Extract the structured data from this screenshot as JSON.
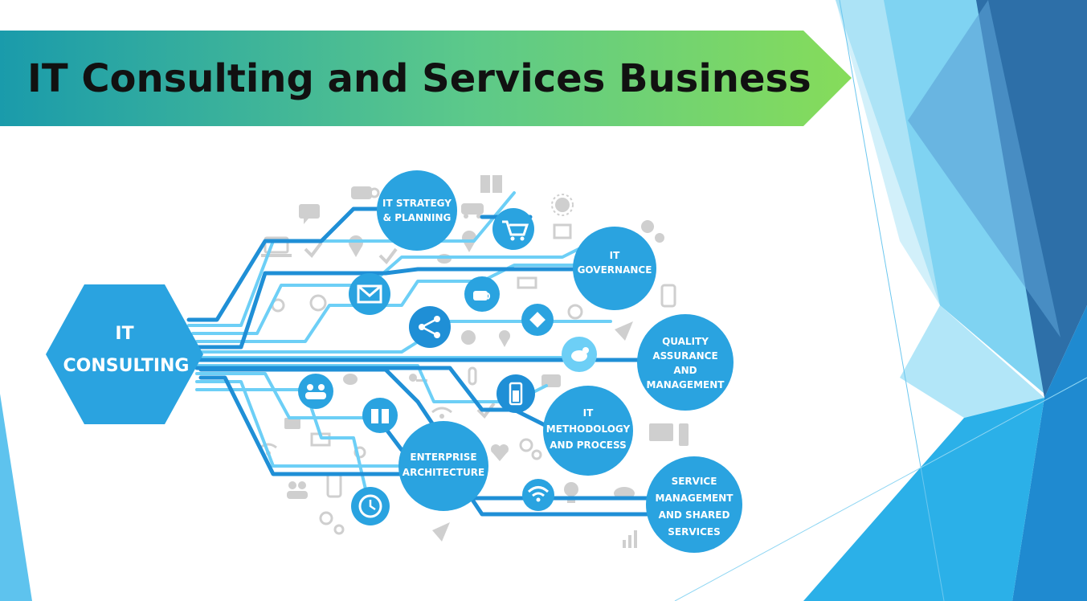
{
  "slide": {
    "title": "IT Consulting and Services Business"
  },
  "diagram": {
    "hub": {
      "lines": [
        "IT",
        "CONSULTING"
      ]
    },
    "nodes": [
      {
        "id": "it-strategy",
        "lines": [
          "IT STRATEGY",
          "& PLANNING"
        ]
      },
      {
        "id": "it-governance",
        "lines": [
          "IT",
          "GOVERNANCE"
        ]
      },
      {
        "id": "quality-assurance",
        "lines": [
          "QUALITY",
          "ASSURANCE",
          "AND",
          "MANAGEMENT"
        ]
      },
      {
        "id": "it-methodology",
        "lines": [
          "IT",
          "METHODOLOGY",
          "AND PROCESS"
        ]
      },
      {
        "id": "enterprise-architecture",
        "lines": [
          "ENTERPRISE",
          "ARCHITECTURE"
        ]
      },
      {
        "id": "service-management",
        "lines": [
          "SERVICE",
          "MANAGEMENT",
          "AND SHARED",
          "SERVICES"
        ]
      }
    ],
    "icon_bubbles": [
      "cart-icon",
      "envelope-icon",
      "coffee-cup-icon",
      "share-icon",
      "satellite-icon",
      "bird-icon",
      "battery-icon",
      "users-icon",
      "gift-icon",
      "wifi-icon",
      "clock-icon"
    ],
    "background_icons": [
      "coffee-icon",
      "book-icon",
      "chat-icon",
      "car-icon",
      "sun-icon",
      "laptop-icon",
      "pin-icon",
      "box-icon",
      "gears-icon",
      "battery-icon",
      "phone-icon",
      "refresh-icon",
      "apple-icon",
      "plane-icon",
      "bird-icon",
      "camera-icon",
      "heart-icon",
      "monitor-icon",
      "bulb-icon",
      "cloud-icon",
      "signal-icon",
      "people-icon",
      "checkmark-icon"
    ],
    "colors": {
      "node_fill": "#2aa3e0",
      "line_dark": "#1f8fd6",
      "line_light": "#6dcff6",
      "icon_gray": "#cfcfcf"
    }
  },
  "theme": {
    "banner_gradient": [
      "#1a9bab",
      "#5cc98a",
      "#86dc5a"
    ],
    "accent_blue": "#2a8fd8"
  }
}
